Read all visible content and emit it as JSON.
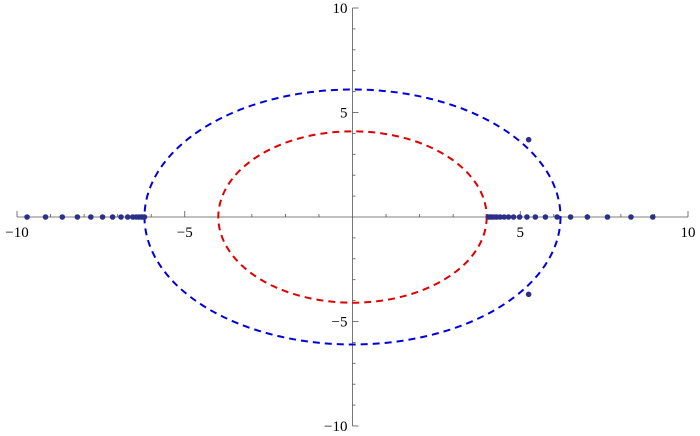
{
  "chart_data": {
    "type": "scatter",
    "title": "",
    "xlabel": "",
    "ylabel": "",
    "xlim": [
      -10,
      10
    ],
    "ylim": [
      -10,
      10
    ],
    "grid": false,
    "x_major_ticks": [
      -10,
      -5,
      5,
      10
    ],
    "y_major_ticks": [
      -10,
      -5,
      5,
      10
    ],
    "x_tick_labels": [
      "−10",
      "−5",
      "5",
      "10"
    ],
    "y_tick_labels": [
      "−10",
      "−5",
      "5",
      "10"
    ],
    "minor_tick_step": 1,
    "curves": [
      {
        "shape": "ellipse",
        "style": "dashed",
        "color": "#0000dd",
        "cx": 0,
        "cy": 0,
        "rx": 6.2,
        "ry": 6.1
      },
      {
        "shape": "ellipse",
        "style": "dashed",
        "color": "#e00000",
        "cx": 0,
        "cy": 0,
        "rx": 4.0,
        "ry": 4.1
      }
    ],
    "points": {
      "color": "#2b2f8a",
      "x": [
        -9.7,
        -9.15,
        -8.65,
        -8.2,
        -7.8,
        -7.45,
        -7.15,
        -6.9,
        -6.7,
        -6.55,
        -6.45,
        -6.37,
        -6.3,
        -6.25,
        -6.2,
        4.05,
        4.1,
        4.15,
        4.22,
        4.3,
        4.4,
        4.52,
        4.65,
        4.8,
        4.98,
        5.2,
        5.45,
        5.75,
        6.1,
        6.5,
        7.0,
        7.6,
        8.3,
        8.95,
        5.25,
        5.25
      ],
      "y": [
        0,
        0,
        0,
        0,
        0,
        0,
        0,
        0,
        0,
        0,
        0,
        0,
        0,
        0,
        0,
        0,
        0,
        0,
        0,
        0,
        0,
        0,
        0,
        0,
        0,
        0,
        0,
        0,
        0,
        0,
        0,
        0,
        0,
        0,
        3.7,
        -3.7
      ]
    }
  }
}
